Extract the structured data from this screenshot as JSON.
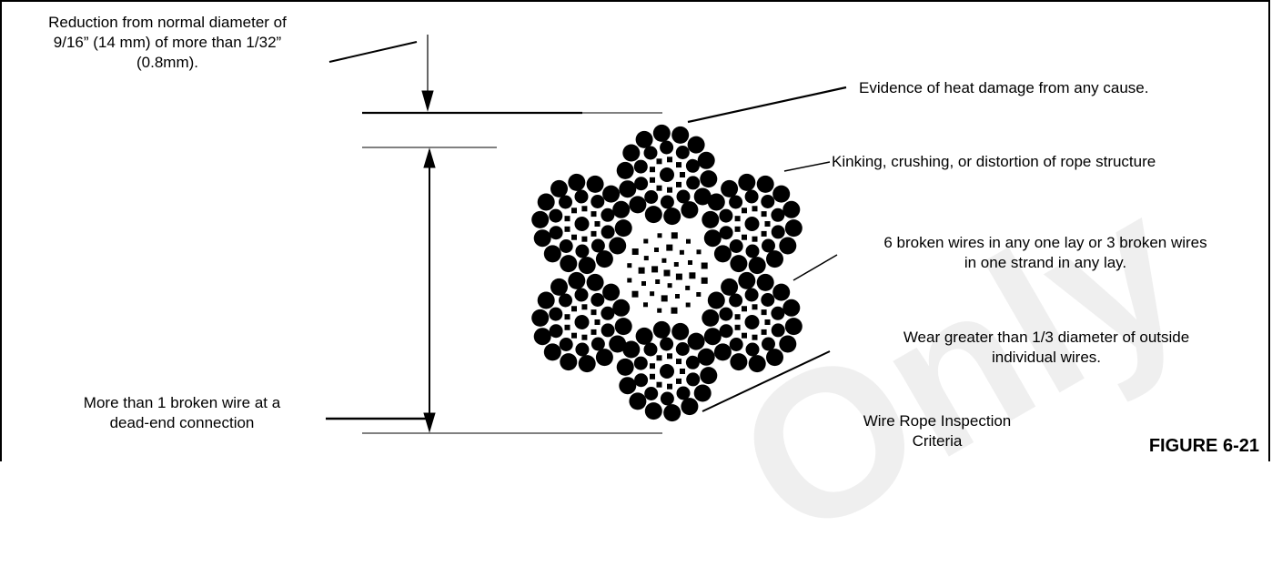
{
  "callouts": {
    "reduction": [
      "Reduction from normal diameter of",
      "9/16” (14 mm) of more than 1/32”",
      "(0.8mm)."
    ],
    "heat": [
      "Evidence of heat damage from any cause."
    ],
    "kinking": [
      "Kinking, crushing, or distortion of rope structure"
    ],
    "broken_lay": [
      "6 broken wires in any one lay or 3 broken wires",
      "in one strand in any lay."
    ],
    "wear": [
      "Wear greater than 1/3 diameter of outside",
      "individual wires."
    ],
    "dead_end": [
      "More than 1 broken wire at a",
      "dead-end connection"
    ]
  },
  "caption": [
    "Wire Rope Inspection",
    "Criteria"
  ],
  "figure_label": "FIGURE 6-21",
  "watermark": "Only"
}
